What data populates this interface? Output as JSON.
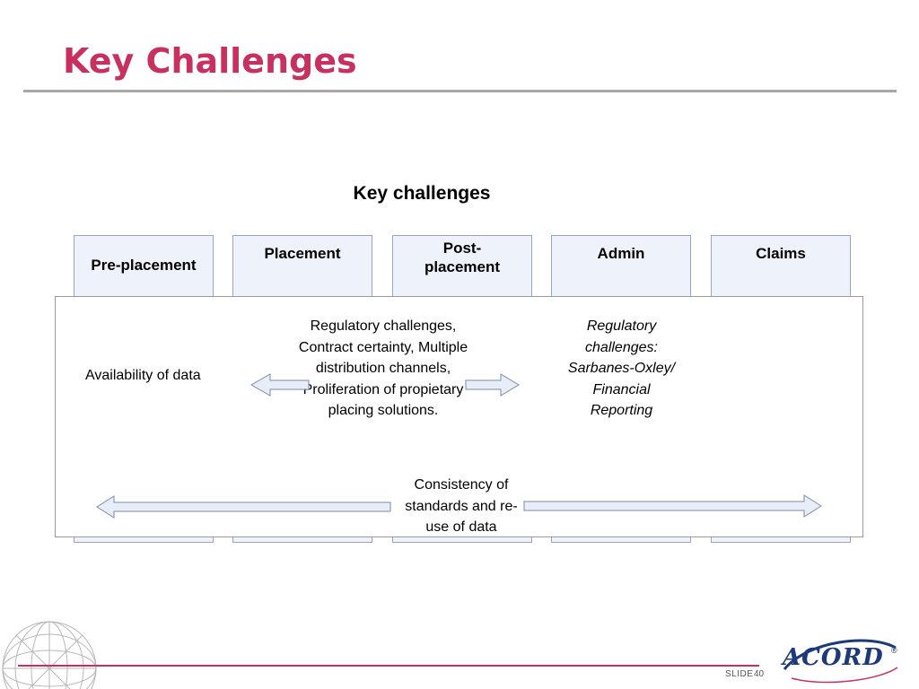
{
  "slide": {
    "title": "Key Challenges",
    "diagram_heading": "Key challenges",
    "phases": [
      {
        "label": "Pre-placement"
      },
      {
        "label": "Placement"
      },
      {
        "label": "Post-placement"
      },
      {
        "label": "Admin"
      },
      {
        "label": "Claims"
      }
    ],
    "notes": {
      "availability": "Availability of data",
      "placement_challenges": "Regulatory challenges, Contract certainty, Multiple distribution channels, Proliferation of propietary placing solutions.",
      "admin_challenges": "Regulatory challenges: Sarbanes-Oxley/ Financial Reporting",
      "consistency": "Consistency of standards and re-use of data"
    }
  },
  "footer": {
    "slide_label": "SLIDE",
    "slide_number": "40",
    "logo_text": "ACORD",
    "logo_mark": "®"
  },
  "colors": {
    "title": "#c8315f",
    "rule": "#a8a8a8",
    "phase_fill": "#eef2fa",
    "arrow_fill": "#e8eef8",
    "logo": "#1c3a78"
  }
}
